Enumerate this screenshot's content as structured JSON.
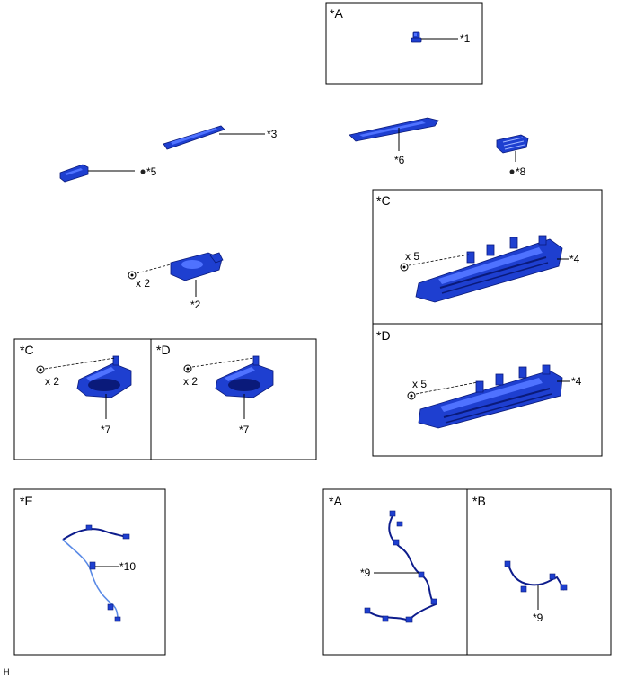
{
  "frames": {
    "top_a": "*A",
    "mid_c": "*C",
    "mid_d": "*D",
    "low_c": "*C",
    "low_d": "*D",
    "bot_e": "*E",
    "bot_a": "*A",
    "bot_b": "*B"
  },
  "callouts": {
    "c1": "*1",
    "c2": "*2",
    "c3": "*3",
    "c4a": "*4",
    "c4b": "*4",
    "c5": "*5",
    "c6": "*6",
    "c7a": "*7",
    "c7b": "*7",
    "c8": "*8",
    "c9a": "*9",
    "c9b": "*9",
    "c10": "*10"
  },
  "quantities": {
    "q_bracket": "x 2",
    "q_lamp_c": "x 5",
    "q_lamp_d": "x 5",
    "q_low_c": "x 2",
    "q_low_d": "x 2"
  },
  "corner_code": "H",
  "colors": {
    "part": "#1e3fd0",
    "part_highlight": "#4f72ff",
    "wire_dark": "#0d1c8c",
    "wire_light": "#5a8ae6"
  }
}
